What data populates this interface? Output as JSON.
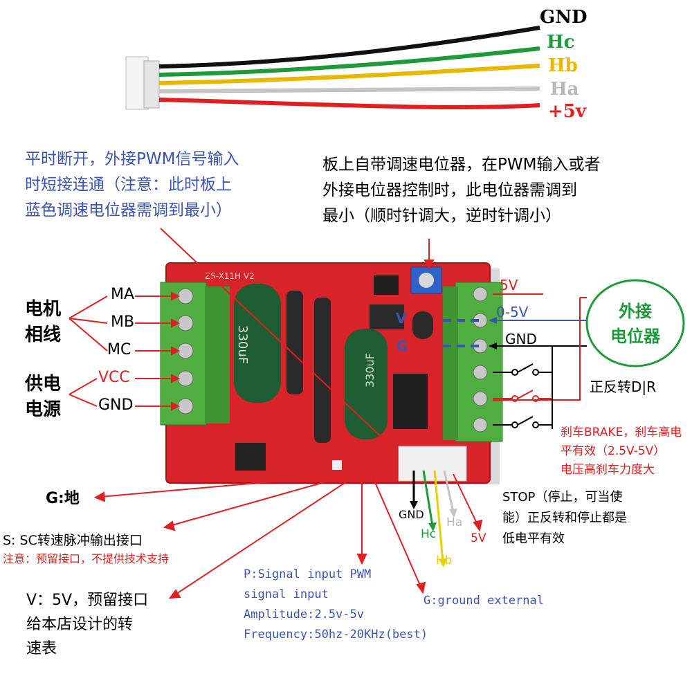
{
  "wires": [
    {
      "label": "GND",
      "color": "#000000"
    },
    {
      "label": "Hc",
      "color": "#1e9a3a"
    },
    {
      "label": "Hb",
      "color": "#e8b800"
    },
    {
      "label": "Ha",
      "color": "#b8b8b8"
    },
    {
      "label": "+5v",
      "color": "#e02020"
    }
  ],
  "notes": {
    "pwm_short_lines": [
      "平时断开，外接PWM信号输入",
      "时短接连通（注意：此时板上",
      "蓝色调速电位器需调到最小）"
    ],
    "onboard_pot_lines": [
      "板上自带调速电位器，在PWM输入或者",
      "外接电位器控制时，此电位器需调到",
      "最小（顺时针调大，逆时针调小）"
    ],
    "brake_lines": [
      "刹车BRAKE，刹车高电",
      "平有效（2.5V-5V）",
      "电压高刹车力度大"
    ],
    "stop_lines": [
      "STOP（停止，可当使",
      "能）正反转和停止都是",
      "低电平有效"
    ],
    "dir": "正反转D|R",
    "g_ground": "G:地",
    "sc_title": "S: SC转速脉冲输出接口",
    "sc_note": "注意：预留接口，不提供技术支持",
    "v_lines": [
      "V：5V，预留接口",
      "给本店设计的转",
      "速表"
    ],
    "p_lines": [
      "P:Signal input PWM",
      "signal input",
      "Amplitude:2.5v-5v",
      "Frequency:50hz-20KHz(best)"
    ],
    "g_external": "G:ground external"
  },
  "left_groups": {
    "motor_line1": "电机",
    "motor_line2": "相线",
    "power_line1": "供电",
    "power_line2": "电源"
  },
  "left_terminals": [
    "MA",
    "MB",
    "MC",
    "VCC",
    "GND"
  ],
  "right_terminals": {
    "v5": "5V",
    "v05": "0-5V",
    "gnd": "GND"
  },
  "ext_pot": {
    "line1": "外接",
    "line2": "电位器"
  },
  "pot_pins": {
    "v": "V",
    "g": "G"
  },
  "hall_pins": {
    "gnd": "GND",
    "hc": "Hc",
    "ha": "Ha",
    "hb": "Hb",
    "v5": "5V"
  },
  "board": {
    "silk": "ZS-X11H V2",
    "cap_label": "330uF",
    "cap2_label": "330uF"
  }
}
